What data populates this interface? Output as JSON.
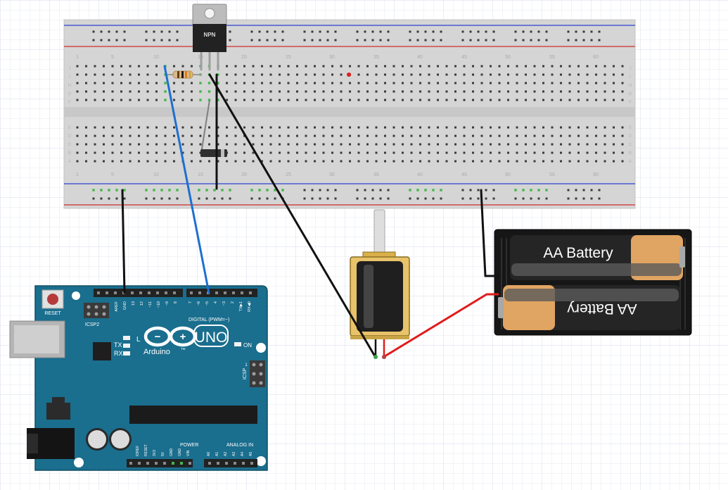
{
  "breadboard": {
    "column_numbers": [
      "1",
      "5",
      "10",
      "15",
      "20",
      "25",
      "30",
      "35",
      "40",
      "45",
      "50",
      "55",
      "60"
    ],
    "row_letters_top": [
      "J",
      "I",
      "H",
      "G",
      "F"
    ],
    "row_letters_bottom": [
      "E",
      "D",
      "C",
      "B",
      "A"
    ]
  },
  "transistor": {
    "label": "NPN"
  },
  "arduino": {
    "reset_label": "RESET",
    "icsp2_label": "ICSP2",
    "brand": "Arduino",
    "model": "UNO",
    "tm": "TM",
    "l_label": "L",
    "tx_label": "TX",
    "rx_label": "RX",
    "on_label": "ON",
    "icsp_label": "ICSP",
    "icsp_pin1": "1",
    "digital_label": "DIGITAL (PWM=~)",
    "power_label": "POWER",
    "analog_label": "ANALOG IN",
    "digital_pins": [
      "AREF",
      "GND",
      "13",
      "12",
      "~11",
      "~10",
      "~9",
      "8",
      "7",
      "~6",
      "~5",
      "4",
      "~3",
      "2",
      "TX▶1",
      "RX◀0"
    ],
    "power_pins": [
      "IOREF",
      "RESET",
      "3V3",
      "5V",
      "GND",
      "GND",
      "VIN"
    ],
    "analog_pins": [
      "A0",
      "A1",
      "A2",
      "A3",
      "A4",
      "A5"
    ]
  },
  "battery_pack": {
    "cells": [
      {
        "label": "AA Battery"
      },
      {
        "label": "AA Battery"
      }
    ]
  },
  "colors": {
    "board_blue": "#1a6e8e",
    "wire_black": "#111111",
    "wire_blue": "#1e6fd0",
    "wire_red": "#e11b1b",
    "rail_red": "#d04a4a",
    "rail_blue": "#4a5ad0",
    "battery_orange": "#e0a463"
  }
}
